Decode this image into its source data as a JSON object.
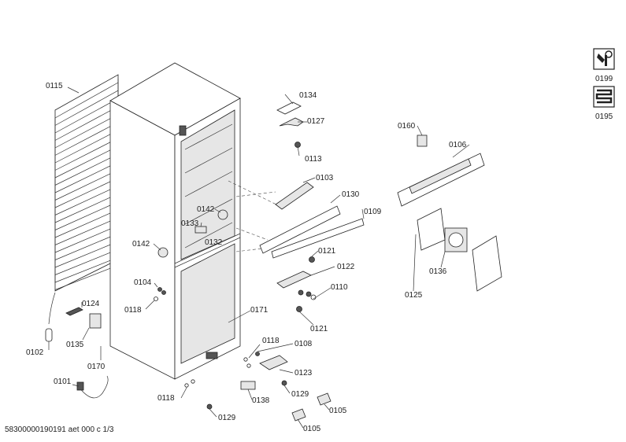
{
  "document_id": "58300000190191 aet 000 c 1/3",
  "icons": [
    {
      "name": "service-wrench-icon",
      "code": "0199"
    },
    {
      "name": "cooling-coil-icon",
      "code": "0195"
    }
  ],
  "callouts": {
    "c0115": "0115",
    "c0134": "0134",
    "c0127": "0127",
    "c0113": "0113",
    "c0160": "0160",
    "c0106": "0106",
    "c0103": "0103",
    "c0130": "0130",
    "c0109": "0109",
    "c0142a": "0142",
    "c0133": "0133",
    "c0132": "0132",
    "c0142b": "0142",
    "c0121a": "0121",
    "c0122": "0122",
    "c0136": "0136",
    "c0104": "0104",
    "c0110": "0110",
    "c0125": "0125",
    "c0118a": "0118",
    "c0124": "0124",
    "c0121b": "0121",
    "c0171": "0171",
    "c0135": "0135",
    "c0102": "0102",
    "c0118b": "0118",
    "c0108": "0108",
    "c0170": "0170",
    "c0123": "0123",
    "c0101": "0101",
    "c0129a": "0129",
    "c0105a": "0105",
    "c0118c": "0118",
    "c0138": "0138",
    "c0129b": "0129",
    "c0105b": "0105"
  }
}
